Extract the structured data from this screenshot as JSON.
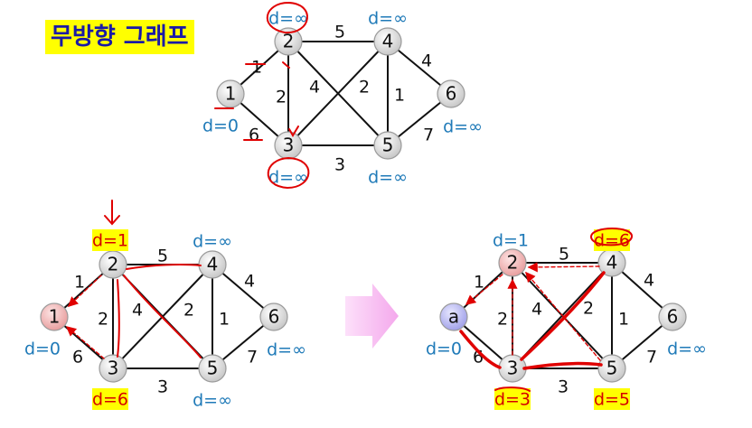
{
  "title": "무방향 그래프",
  "graph": {
    "nodes": [
      "1",
      "2",
      "3",
      "4",
      "5",
      "6"
    ],
    "edges": [
      {
        "from": "1",
        "to": "2",
        "weight": "1"
      },
      {
        "from": "1",
        "to": "3",
        "weight": "6"
      },
      {
        "from": "2",
        "to": "3",
        "weight": "2"
      },
      {
        "from": "2",
        "to": "4",
        "weight": "5"
      },
      {
        "from": "2",
        "to": "5",
        "weight": "4"
      },
      {
        "from": "3",
        "to": "4",
        "weight": "2"
      },
      {
        "from": "3",
        "to": "5",
        "weight": "3"
      },
      {
        "from": "4",
        "to": "5",
        "weight": "1"
      },
      {
        "from": "4",
        "to": "6",
        "weight": "4"
      },
      {
        "from": "5",
        "to": "6",
        "weight": "7"
      }
    ]
  },
  "diagrams": [
    {
      "id": "top",
      "node_labels": {
        "1": "1",
        "2": "2",
        "3": "3",
        "4": "4",
        "5": "5",
        "6": "6"
      },
      "distances": {
        "1": "d=0",
        "2": "d=∞",
        "3": "d=∞",
        "4": "d=∞",
        "5": "d=∞",
        "6": "d=∞"
      },
      "highlighted": [],
      "selected_node": ""
    },
    {
      "id": "bottom-left",
      "node_labels": {
        "1": "1",
        "2": "2",
        "3": "3",
        "4": "4",
        "5": "5",
        "6": "6"
      },
      "distances": {
        "1": "d=0",
        "2": "d=1",
        "3": "d=6",
        "4": "d=∞",
        "5": "d=∞",
        "6": "d=∞"
      },
      "highlighted": [
        "2",
        "3"
      ],
      "selected_node": "1"
    },
    {
      "id": "bottom-right",
      "node_labels": {
        "1": "a",
        "2": "2",
        "3": "3",
        "4": "4",
        "5": "5",
        "6": "6"
      },
      "distances": {
        "1": "d=0",
        "2": "d=1",
        "3": "d=3",
        "4": "d=6",
        "5": "d=5",
        "6": "d=∞"
      },
      "highlighted": [
        "4",
        "3",
        "5"
      ],
      "selected_node": "2"
    }
  ],
  "colors": {
    "title_bg": "#ffff00",
    "title_text": "#1a1aa6",
    "distance_text": "#1f7ab8",
    "highlight_text": "#d40000",
    "highlight_bg": "#ffff00",
    "annotation_red": "#e00000",
    "arrow_pink": "#f7b3f0",
    "selected_node_fill": "#f3b6b6",
    "source_node_fill": "#b7b7f0"
  }
}
